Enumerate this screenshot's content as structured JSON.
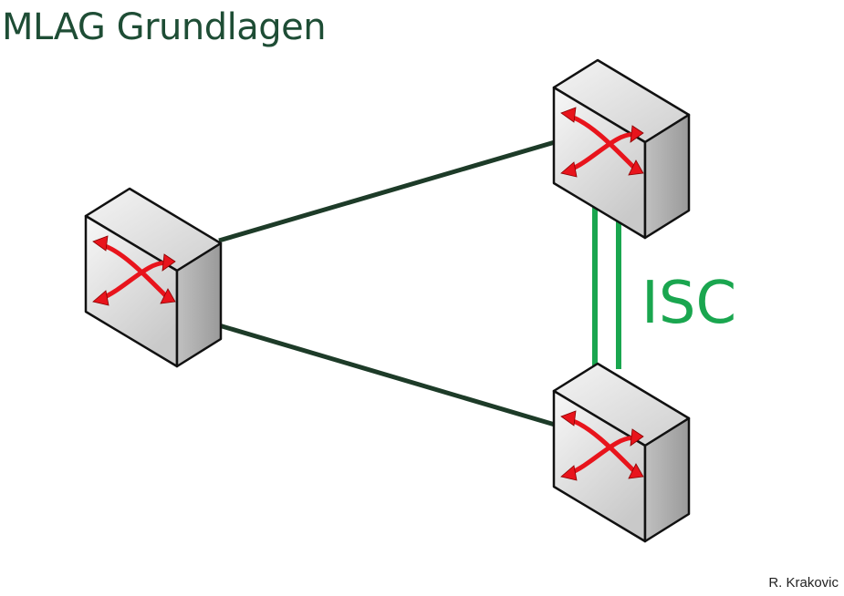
{
  "title": "MLAG Grundlagen",
  "author": "R. Krakovic",
  "link_label": "ISC",
  "colors": {
    "title": "#1e4d35",
    "link": "#1d3b28",
    "isc": "#1aa64f",
    "arrow": "#e8141c"
  },
  "nodes": [
    {
      "id": "switch-left",
      "icon": "switch-icon"
    },
    {
      "id": "switch-top-right",
      "icon": "switch-icon"
    },
    {
      "id": "switch-bottom-right",
      "icon": "switch-icon"
    }
  ]
}
